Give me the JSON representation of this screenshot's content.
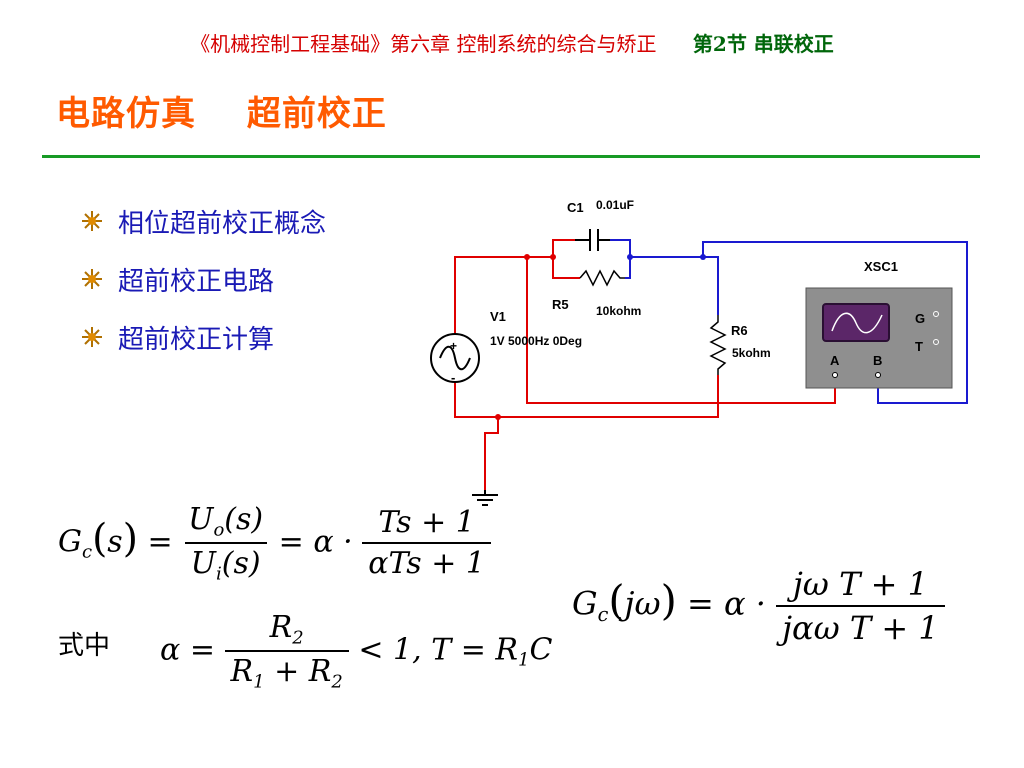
{
  "header": {
    "course": "《机械控制工程基础》第六章  控制系统的综合与矫正",
    "section": "第2节 串联校正"
  },
  "title": {
    "part1": "电路仿真",
    "part2": "超前校正"
  },
  "bullets": [
    {
      "label": "相位超前校正概念"
    },
    {
      "label": "超前校正电路"
    },
    {
      "label": "超前校正计算"
    }
  ],
  "circuit": {
    "c1_name": "C1",
    "c1_value": "0.01uF",
    "r5_name": "R5",
    "r5_value": "10kohm",
    "v1_name": "V1",
    "v1_value": "1V 5000Hz 0Deg",
    "r6_name": "R6",
    "r6_value": "5kohm",
    "scope_name": "XSC1",
    "scope_g": "G",
    "scope_t": "T",
    "scope_a": "A",
    "scope_b": "B",
    "v_plus": "+",
    "v_minus": "-"
  },
  "formulas": {
    "label_where": "式中",
    "f1": {
      "lhs_G": "G",
      "lhs_sub": "c",
      "lhs_arg": "s",
      "num1": "U",
      "num1_sub": "o",
      "num1_arg": "(s)",
      "den1": "U",
      "den1_sub": "i",
      "den1_arg": "(s)",
      "mid": "= α ·",
      "num2": "Ts + 1",
      "den2": "αTs + 1"
    },
    "f2": {
      "alpha": "α",
      "num": "R",
      "num_sub": "2",
      "den_a": "R",
      "den_a_sub": "1",
      "den_b": "R",
      "den_b_sub": "2",
      "tail": "< 1, T = R",
      "tail_sub": "1",
      "tail_end": "C"
    },
    "f3": {
      "lhs_G": "G",
      "lhs_sub": "c",
      "lhs_arg": "jω",
      "mid": "= α ·",
      "num": "jω T + 1",
      "den": "jαω T + 1"
    }
  },
  "colors": {
    "header_course": "#d50000",
    "header_section": "#00660a",
    "title": "#ff5a00",
    "rule": "#179a25",
    "bullet_text": "#1a1ab5",
    "wire_red": "#e00000",
    "wire_blue": "#1a1ad0",
    "scope_body": "#8f8f8f",
    "scope_screen": "#5b2668"
  }
}
